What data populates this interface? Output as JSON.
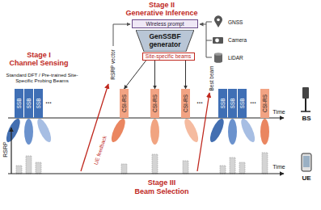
{
  "diagram": {
    "nodes": [
      {
        "text": [
          "Wireless prompt"
        ]
      },
      {
        "text": [
          "GenSSBF generator"
        ]
      },
      {
        "text": [
          "Site-specific beams"
        ]
      },
      {
        "text": [
          "SSB"
        ]
      },
      {
        "text": [
          "SSB"
        ]
      },
      {
        "text": [
          "SSB"
        ]
      },
      {
        "text": [
          "CSI-RS"
        ]
      },
      {
        "text": [
          "CSI-RS"
        ]
      },
      {
        "text": [
          "CSI-RS"
        ]
      },
      {
        "text": [
          "SSB"
        ]
      },
      {
        "text": [
          "SSB"
        ]
      },
      {
        "text": [
          "SSB"
        ]
      },
      {
        "text": [
          "CSI-RS"
        ]
      }
    ],
    "edges": [
      {
        "from": 2,
        "to": 6,
        "arrow": "to"
      },
      {
        "from": 2,
        "to": 7,
        "arrow": "to"
      },
      {
        "from": 2,
        "to": 8,
        "arrow": "to"
      }
    ],
    "labels": [
      "Stage II",
      "Generative Inference",
      "Stage I",
      "Channel Sensing",
      "Standard DFT / Pre-trained Site-Specific Probing Beams",
      "RSRP vector",
      "GNSS",
      "Camera",
      "LiDAR",
      "...",
      "...",
      "...",
      "Best beam",
      "Time",
      "BS",
      "RSRP",
      "UE feedback",
      "Time",
      "UE",
      "Stage III",
      "Beam Selection"
    ]
  }
}
